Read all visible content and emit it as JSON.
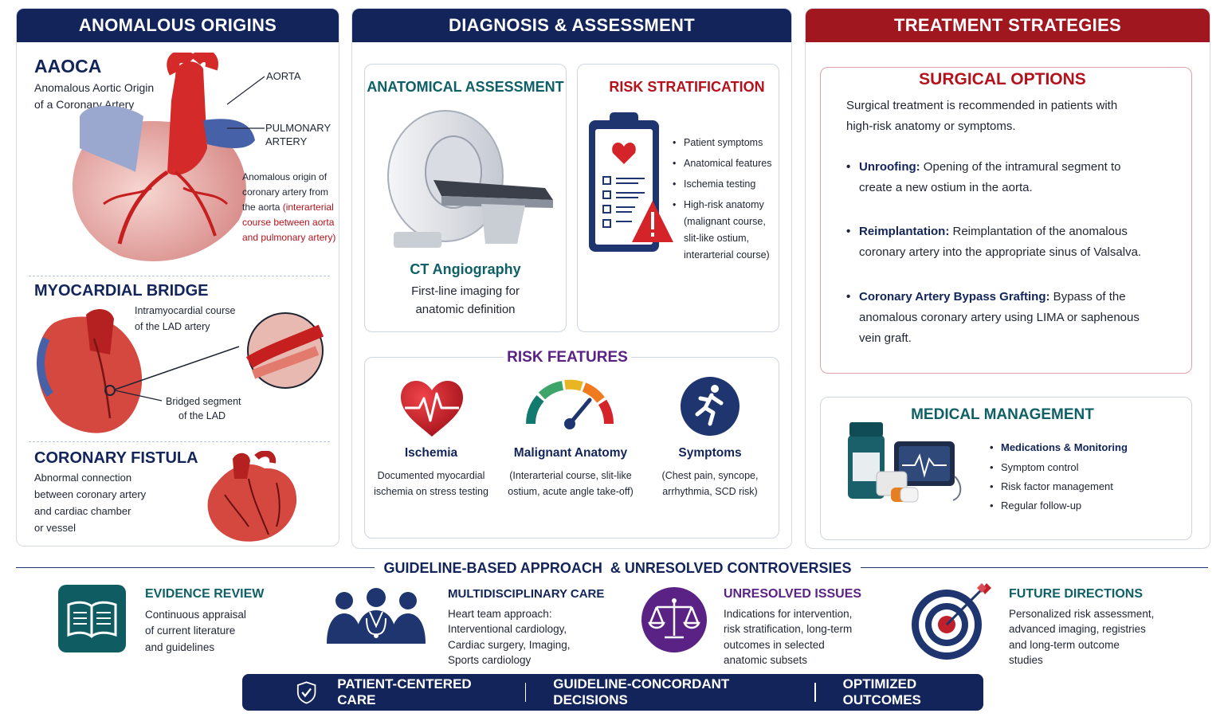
{
  "colors": {
    "navy": "#12245a",
    "red": "#a01720",
    "teal": "#0f6066",
    "purple": "#5a2284"
  },
  "left": {
    "header": "ANOMALOUS ORIGINS",
    "aaoca": {
      "title": "AAOCA",
      "subtitle_1": "Anomalous Aortic Origin",
      "subtitle_2": "of a Coronary Artery",
      "label_aorta": "AORTA",
      "label_pa_1": "PULMONARY",
      "label_pa_2": "ARTERY",
      "desc_1": "Anomalous origin of",
      "desc_2": "coronary artery from",
      "desc_3a": "the aorta",
      "desc_3b": " (interarterial",
      "desc_4": "course between aorta",
      "desc_5": "and pulmonary artery)"
    },
    "bridge": {
      "title": "MYOCARDIAL BRIDGE",
      "label_1a": "Intramyocardial course",
      "label_1b": "of the LAD artery",
      "label_2a": "Bridged segment",
      "label_2b": "of the LAD"
    },
    "fistula": {
      "title": "CORONARY FISTULA",
      "desc_1": "Abnormal connection",
      "desc_2": "between coronary artery",
      "desc_3": "and cardiac chamber",
      "desc_4": "or vessel"
    }
  },
  "middle": {
    "header": "DIAGNOSIS & ASSESSMENT",
    "anatomical": {
      "title": "ANATOMICAL ASSESSMENT",
      "caption": "CT Angiography",
      "desc_1": "First-line imaging for",
      "desc_2": "anatomic definition"
    },
    "risk": {
      "title": "RISK STRATIFICATION",
      "items": [
        "Patient symptoms",
        "Anatomical features",
        "Ischemia testing",
        "High-risk anatomy",
        "(malignant course,",
        "slit-like ostium,",
        "interarterial course)"
      ]
    },
    "features": {
      "title": "RISK FEATURES",
      "items": [
        {
          "title": "Ischemia",
          "line1": "Documented myocardial",
          "line2": "ischemia on stress testing"
        },
        {
          "title": "Malignant Anatomy",
          "line1": "(Interarterial course, slit-like",
          "line2": "ostium, acute angle take-off)"
        },
        {
          "title": "Symptoms",
          "line1": "(Chest pain, syncope,",
          "line2": "arrhythmia, SCD risk)"
        }
      ]
    }
  },
  "right": {
    "header": "TREATMENT STRATEGIES",
    "surgical": {
      "title": "SURGICAL OPTIONS",
      "intro_1": "Surgical treatment is recommended in patients with",
      "intro_2": "high-risk anatomy or symptoms.",
      "options": [
        {
          "label": "Unroofing:",
          "text": " Opening of the intramural segment to create a new ostium in the aorta."
        },
        {
          "label": "Reimplantation:",
          "text": " Reimplantation of the anomalous coronary artery into the appropriate sinus of Valsalva."
        },
        {
          "label": "Coronary Artery Bypass Grafting:",
          "text": " Bypass of the anomalous coronary artery using LIMA or saphenous vein graft."
        }
      ]
    },
    "medical": {
      "title": "MEDICAL MANAGEMENT",
      "items": [
        "Medications & Monitoring",
        "Symptom control",
        "Risk factor management",
        "Regular follow-up"
      ]
    }
  },
  "bottom": {
    "title": "GUIDELINE-BASED APPROACH  & UNRESOLVED CONTROVERSIES",
    "blocks": [
      {
        "title": "EVIDENCE REVIEW",
        "lines": [
          "Continuous appraisal",
          "of current literature",
          "and guidelines"
        ]
      },
      {
        "title": "MULTIDISCIPLINARY CARE",
        "lines": [
          "Heart team approach:",
          "Interventional cardiology,",
          "Cardiac surgery, Imaging,",
          "Sports cardiology"
        ]
      },
      {
        "title": "UNRESOLVED ISSUES",
        "lines": [
          "Indications for intervention,",
          "risk stratification, long-term",
          "outcomes in selected",
          "anatomic subsets"
        ]
      },
      {
        "title": "FUTURE DIRECTIONS",
        "lines": [
          "Personalized risk assessment,",
          "advanced imaging, registries",
          "and long-term outcome",
          "studies"
        ]
      }
    ],
    "banner": [
      "PATIENT-CENTERED CARE",
      "GUIDELINE-CONCORDANT DECISIONS",
      "OPTIMIZED OUTCOMES"
    ]
  }
}
